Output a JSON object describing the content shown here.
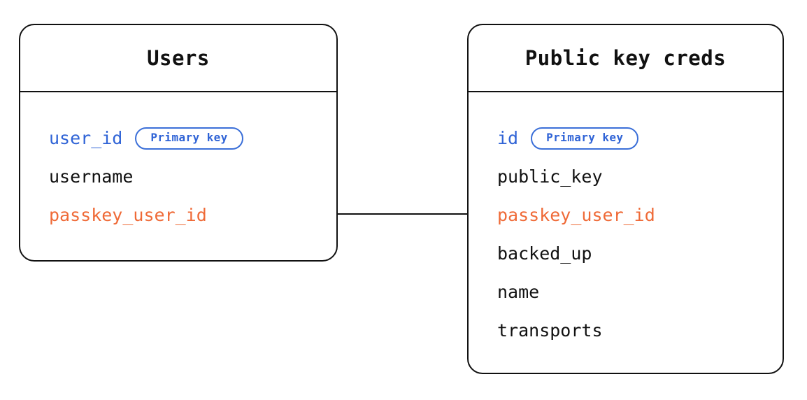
{
  "diagram": {
    "type": "entity-relationship-diagram",
    "background_color": "#ffffff",
    "line_color": "#111111",
    "colors": {
      "primary_key": "#2f63d6",
      "foreign_key": "#ef6a37",
      "text": "#111111",
      "badge_border": "#3b6fd8"
    },
    "badge_label": "Primary key",
    "entities": [
      {
        "id": "users",
        "title": "Users",
        "fields": [
          {
            "name": "user_id",
            "role": "pk",
            "badge": "Primary key"
          },
          {
            "name": "username",
            "role": "plain",
            "badge": null
          },
          {
            "name": "passkey_user_id",
            "role": "fk",
            "badge": null
          }
        ]
      },
      {
        "id": "public-key-creds",
        "title": "Public key creds",
        "fields": [
          {
            "name": "id",
            "role": "pk",
            "badge": "Primary key"
          },
          {
            "name": "public_key",
            "role": "plain",
            "badge": null
          },
          {
            "name": "passkey_user_id",
            "role": "fk",
            "badge": null
          },
          {
            "name": "backed_up",
            "role": "plain",
            "badge": null
          },
          {
            "name": "name",
            "role": "plain",
            "badge": null
          },
          {
            "name": "transports",
            "role": "plain",
            "badge": null
          }
        ]
      }
    ],
    "relationships": [
      {
        "from": "users.passkey_user_id",
        "to": "public-key-creds.passkey_user_id",
        "style": "straight-line"
      }
    ]
  }
}
